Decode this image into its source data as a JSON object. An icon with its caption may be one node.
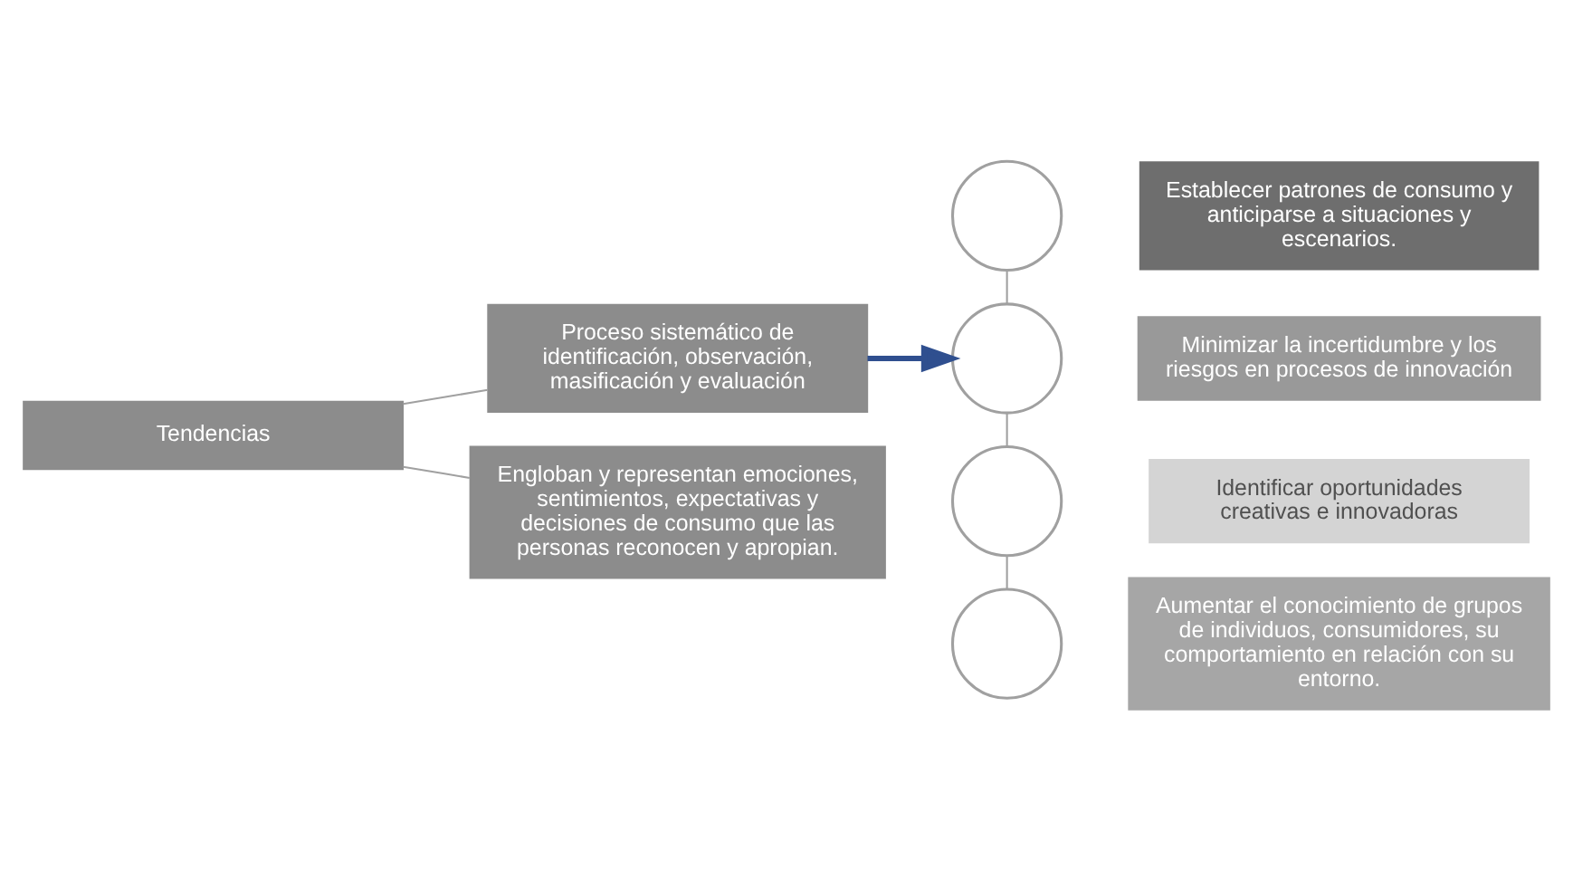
{
  "diagram": {
    "nodes": [
      {
        "text": [
          "Tendencias"
        ]
      },
      {
        "text": [
          "Proceso sistemático de identificación, observación, masificación y evaluación"
        ]
      },
      {
        "text": [
          "Engloban y representan emociones, sentimientos, expectativas y decisiones de consumo que las personas reconocen y apropian."
        ]
      },
      {
        "text": [],
        "shape": "circle"
      },
      {
        "text": [
          "Establecer patrones de consumo y anticiparse a situaciones y escenarios."
        ]
      },
      {
        "text": [],
        "shape": "circle"
      },
      {
        "text": [
          "Minimizar la incertidumbre y los riesgos en procesos de innovación"
        ]
      },
      {
        "text": [],
        "shape": "circle"
      },
      {
        "text": [
          "Identificar oportunidades creativas e innovadoras"
        ]
      },
      {
        "text": [],
        "shape": "circle"
      },
      {
        "text": [
          "Aumentar el conocimiento de grupos de individuos, consumidores, su comportamiento en relación con su entorno."
        ]
      }
    ],
    "edges": [
      {
        "from": 0,
        "to": 1,
        "arrow": "none"
      },
      {
        "from": 0,
        "to": 2,
        "arrow": "none"
      },
      {
        "from": 1,
        "to": 5,
        "arrow": "to",
        "style": "thick",
        "color": "#2f4f8f"
      },
      {
        "from": 3,
        "to": 5,
        "arrow": "none"
      },
      {
        "from": 5,
        "to": 7,
        "arrow": "none"
      },
      {
        "from": 7,
        "to": 9,
        "arrow": "none"
      }
    ]
  }
}
